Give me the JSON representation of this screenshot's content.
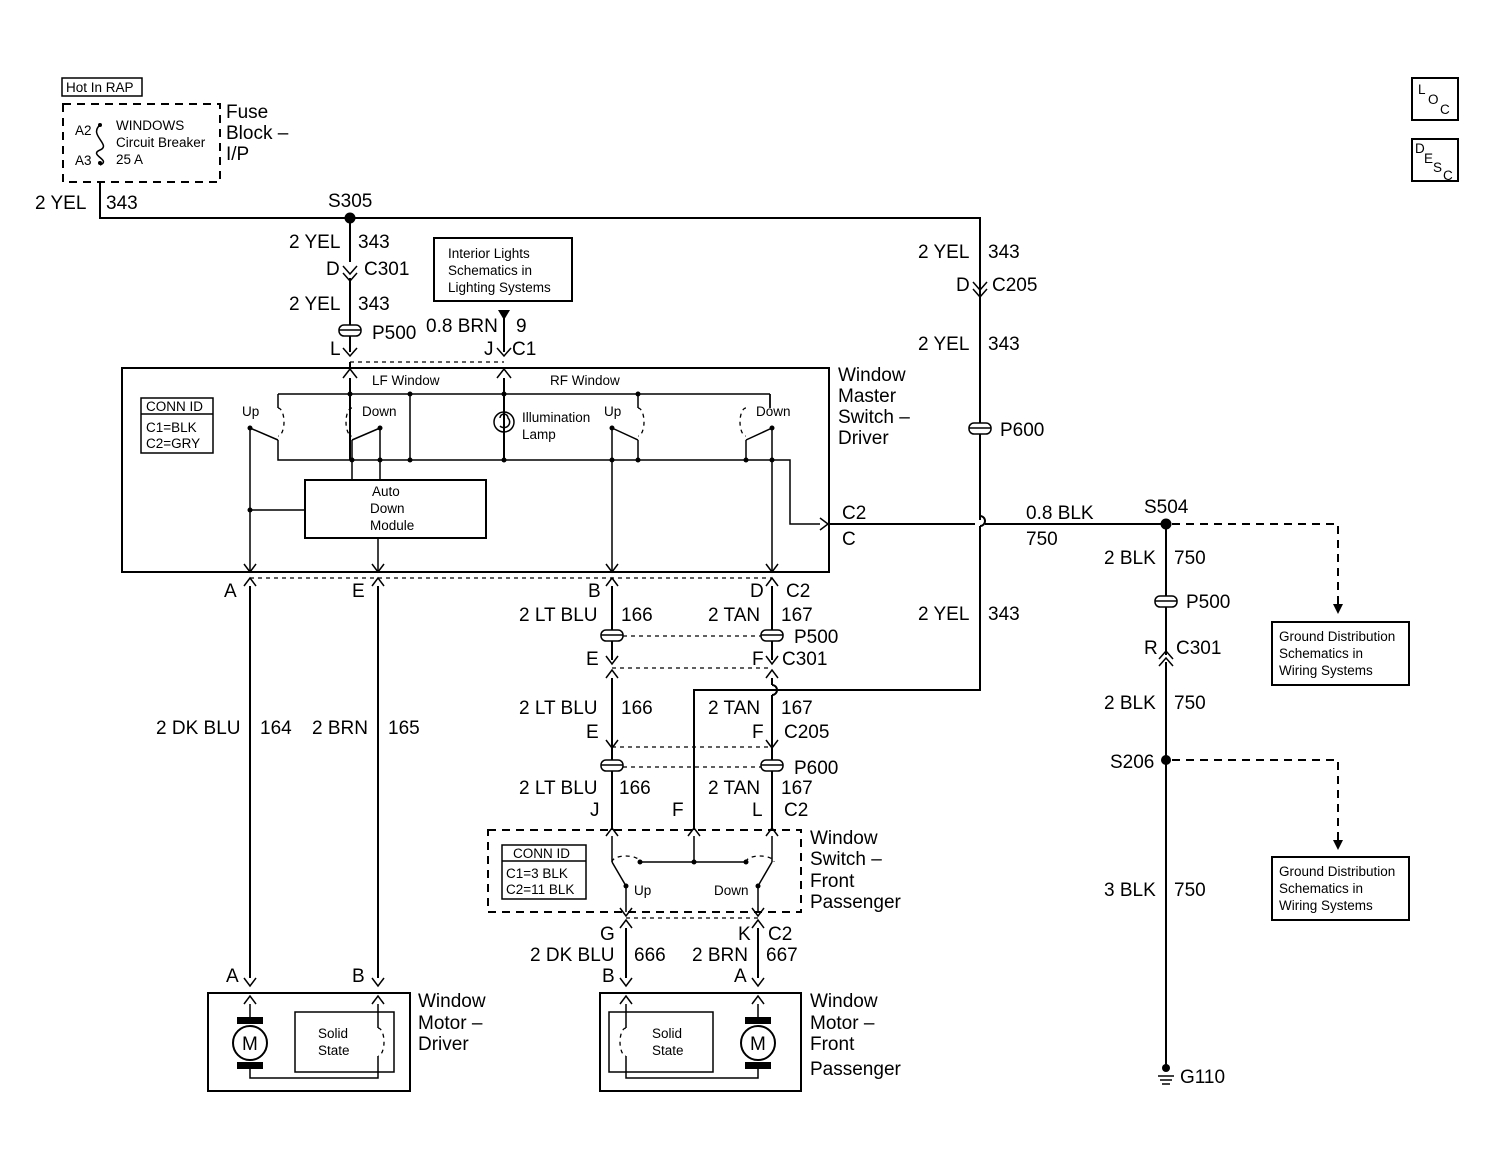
{
  "fuse": {
    "hot": "Hot In RAP",
    "a2": "A2",
    "a3": "A3",
    "windows": "WINDOWS",
    "cb": "Circuit Breaker",
    "amp": "25 A",
    "block1": "Fuse",
    "block2": "Block –",
    "block3": "I/P"
  },
  "icons": {
    "loc": [
      "L",
      "O",
      "C"
    ],
    "desc": [
      "D",
      "E",
      "S",
      "C"
    ]
  },
  "wires": {
    "yel2": "2 YEL",
    "c343": "343",
    "brn08": "0.8 BRN",
    "c9": "9",
    "blk08": "0.8 BLK",
    "blk2": "2 BLK",
    "blk3": "3 BLK",
    "c750": "750",
    "ltblu2": "2 LT BLU",
    "c166": "166",
    "tan2": "2 TAN",
    "c167": "167",
    "dkblu2": "2 DK BLU",
    "c164": "164",
    "c666": "666",
    "brn2": "2 BRN",
    "c165": "165",
    "c667": "667"
  },
  "conn": {
    "s305": "S305",
    "s504": "S504",
    "s206": "S206",
    "g110": "G110",
    "c301": "C301",
    "c205": "C205",
    "c1": "C1",
    "c2": "C2",
    "p500": "P500",
    "p600": "P600",
    "A": "A",
    "B": "B",
    "C": "C",
    "D": "D",
    "E": "E",
    "F": "F",
    "G": "G",
    "J": "J",
    "K": "K",
    "L": "L",
    "R": "R"
  },
  "refs": {
    "interior": [
      "Interior Lights",
      "Schematics in",
      "Lighting Systems"
    ],
    "ground": [
      "Ground Distribution",
      "Schematics in",
      "Wiring Systems"
    ]
  },
  "master": {
    "title": [
      "Window",
      "Master",
      "Switch –",
      "Driver"
    ],
    "connid": "CONN ID",
    "c1": "C1=BLK",
    "c2": "C2=GRY",
    "lf": "LF Window",
    "rf": "RF Window",
    "up": "Up",
    "down": "Down",
    "illum": [
      "Illumination",
      "Lamp"
    ],
    "auto": [
      "Auto",
      "Down",
      "Module"
    ]
  },
  "passenger_switch": {
    "title": [
      "Window",
      "Switch –",
      "Front",
      "Passenger"
    ],
    "connid": "CONN ID",
    "c1": "C1=3 BLK",
    "c2": "C2=11 BLK",
    "up": "Up",
    "down": "Down"
  },
  "motor_driver": {
    "title": [
      "Window",
      "Motor –",
      "Driver"
    ],
    "m": "M",
    "ss": [
      "Solid",
      "State"
    ]
  },
  "motor_pass": {
    "title": [
      "Window",
      "Motor –",
      "Front",
      "Passenger"
    ],
    "m": "M",
    "ss": [
      "Solid",
      "State"
    ]
  }
}
